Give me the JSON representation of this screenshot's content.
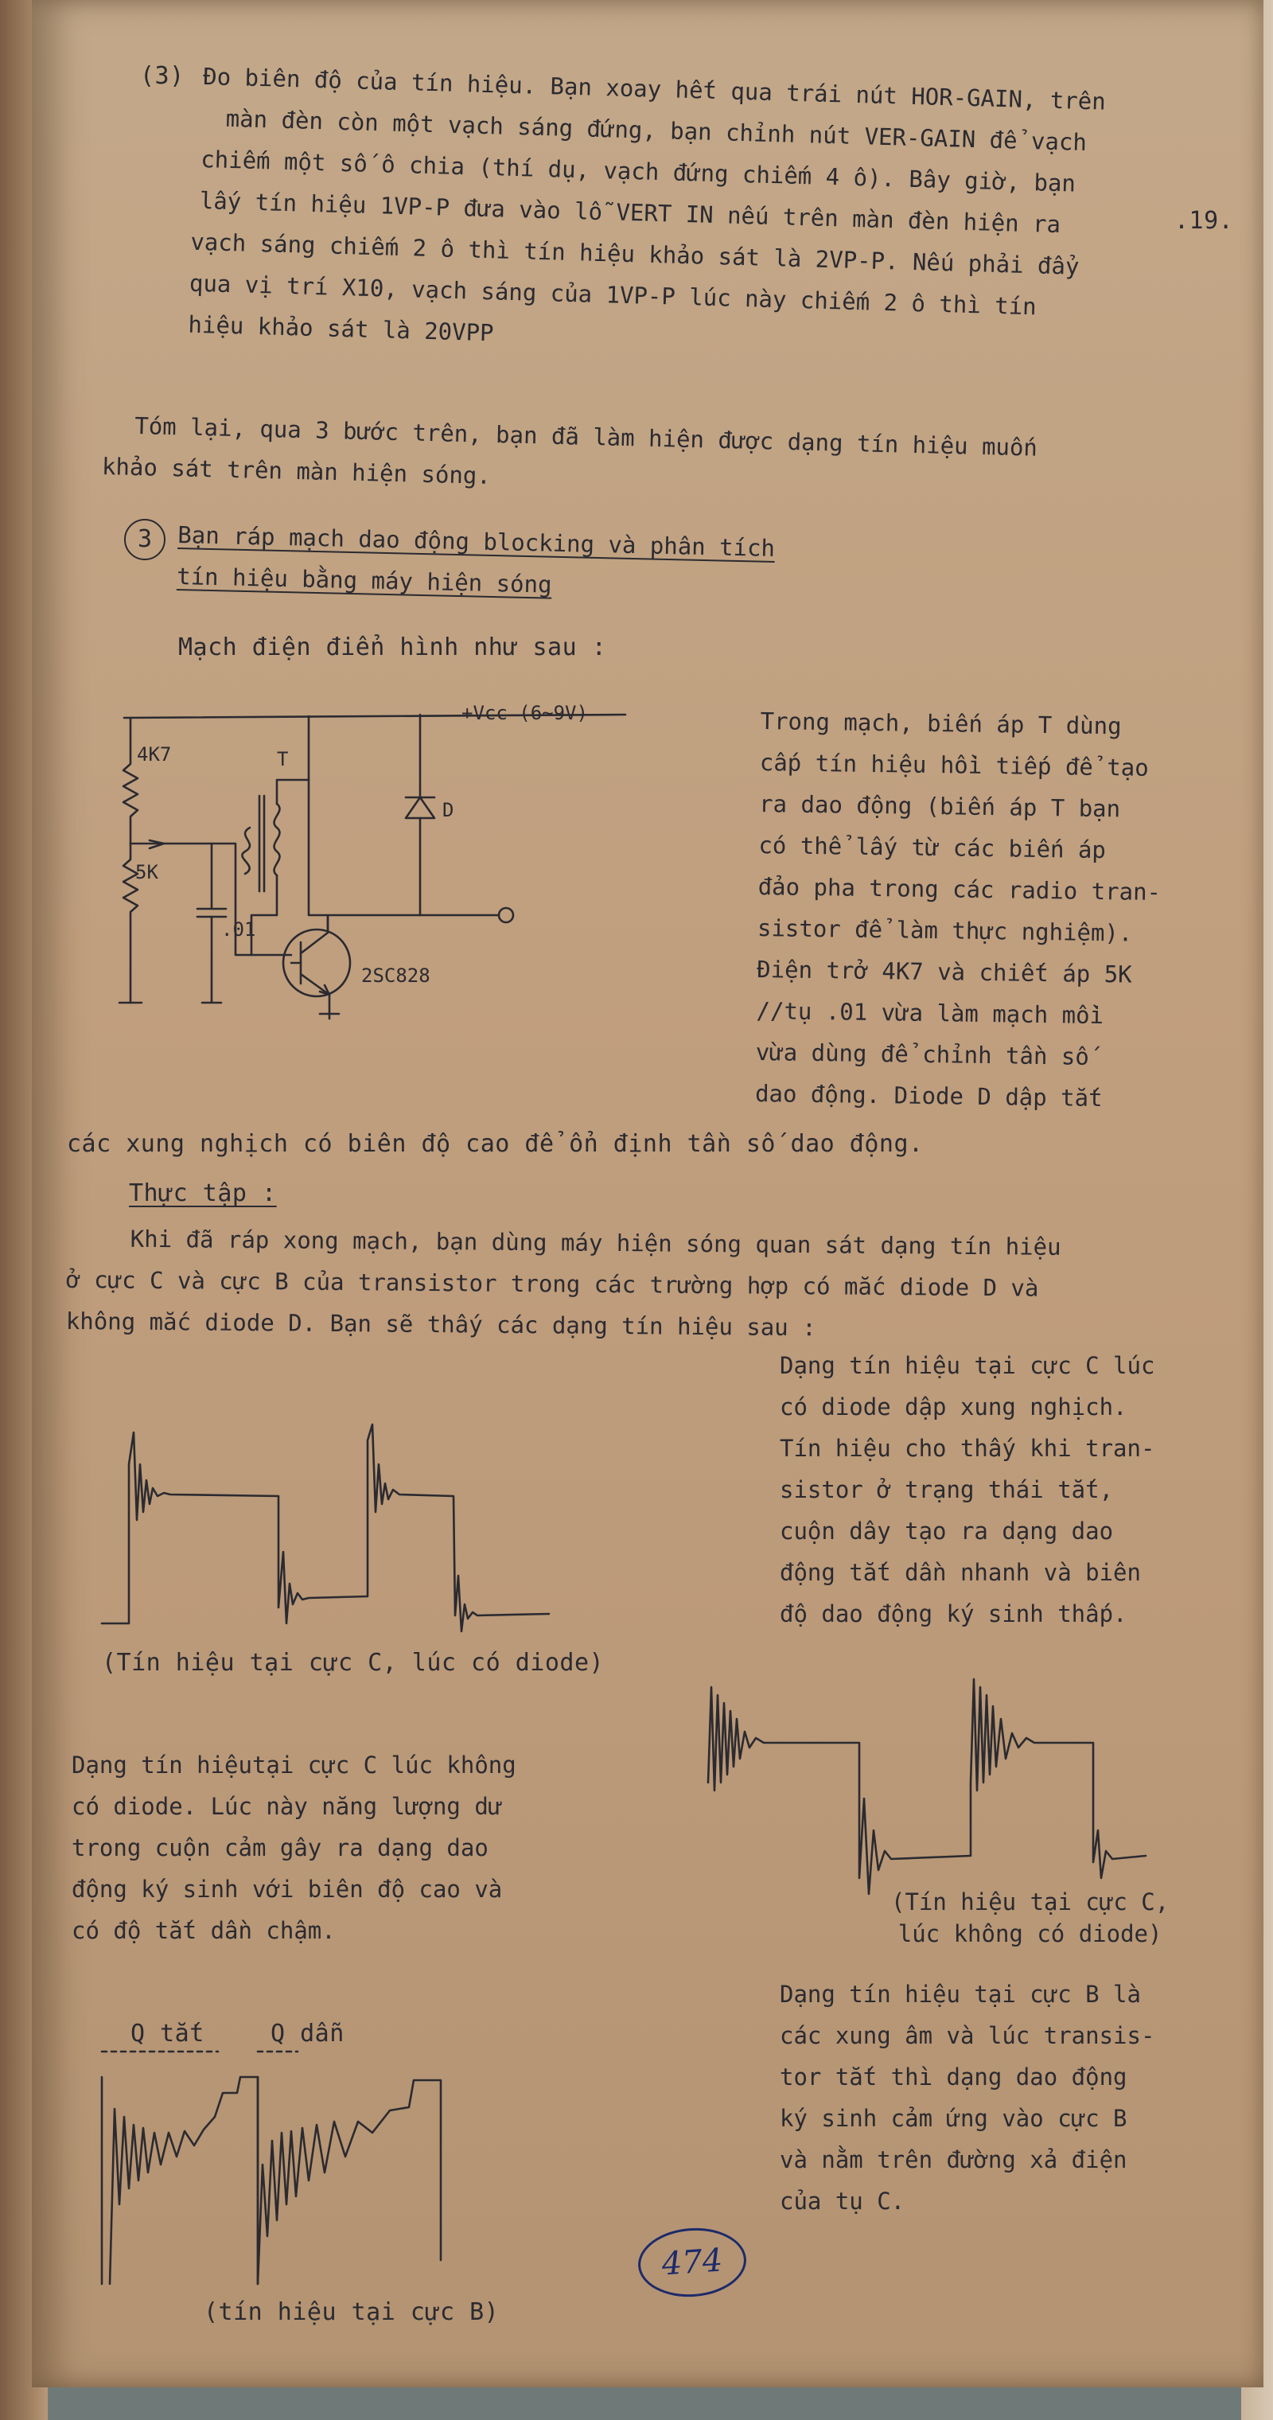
{
  "step3_item": {
    "number": "(3)",
    "lines": [
      "Đo biên độ của tín hiệu. Bạn xoay hết qua trái nút HOR-GAIN, trên",
      "màn đèn còn một vạch sáng đứng, bạn chỉnh nút VER-GAIN để vạch",
      "chiếm một số ô chia (thí dụ, vạch đứng chiếm 4 ô). Bây giờ, bạn",
      "lấy tín hiệu 1VP-P đưa vào lỗ VERT IN nếu trên màn đèn hiện ra",
      "vạch sáng chiếm 2 ô thì tín hiệu khảo sát là 2VP-P. Nếu phải đẩy",
      "qua vị trí X10, vạch sáng của 1VP-P lúc này chiếm 2 ô thì tín",
      "hiệu khảo sát là 20VPP"
    ]
  },
  "side_page_number": ".19.",
  "summary_lines": [
    "Tóm lại, qua 3 bước trên, bạn đã làm hiện được dạng tín hiệu muốn",
    "khảo sát trên màn hiện sóng."
  ],
  "section3": {
    "number": "3",
    "title_lines": [
      "Bạn ráp mạch dao động blocking và phân tích",
      "tín hiệu bằng máy hiện sóng"
    ],
    "intro": "Mạch điện điển hình như sau :"
  },
  "circuit": {
    "vcc": "+Vcc (6~9V)",
    "r1": "4K7",
    "r2": "5K",
    "cap": ".01",
    "transformer": "T",
    "diode": "D",
    "transistor": "2SC828"
  },
  "circuit_description": [
    "Trong mạch, biến áp T dùng",
    "cấp tín hiệu hồi tiếp để tạo",
    "ra dao động (biến áp T bạn",
    "có thể lấy từ các biến áp",
    "đảo pha trong các radio tran-",
    "sistor để làm thực nghiệm).",
    "Điện trở 4K7 và chiết áp 5K",
    "//tụ .01 vừa làm mạch mồi",
    "vừa dùng để chỉnh tần số",
    "dao động. Diode D dập tắt"
  ],
  "circuit_description_tail": "các xung nghịch có biên độ cao để ổn định tần số dao động.",
  "practice": {
    "heading": "Thực tập :",
    "lines": [
      "Khi đã ráp xong mạch, bạn dùng máy hiện sóng quan sát dạng tín hiệu",
      "ở cực C và cực B của transistor trong các trường hợp có mắc diode D và",
      "không mắc diode D. Bạn sẽ thấy các dạng tín hiệu sau :"
    ]
  },
  "wave_c_diode": {
    "caption": "(Tín hiệu tại cực C, lúc có diode)",
    "description": [
      "Dạng tín hiệu tại cực C lúc",
      "có diode dập xung nghịch.",
      "Tín hiệu cho thấy khi tran-",
      "sistor ở trạng thái tắt,",
      "cuộn dây tạo ra dạng dao",
      "động tắt dần nhanh và biên",
      "độ dao động ký sinh thấp."
    ]
  },
  "wave_c_nodiode": {
    "caption_lines": [
      "(Tín hiệu tại cực C,",
      "lúc không có diode)"
    ],
    "description": [
      "Dạng tín hiệutại cực C lúc không",
      "có diode. Lúc này năng lượng dư",
      "trong cuộn cảm gây ra dạng dao",
      "động ký sinh với biên độ cao và",
      "có độ tắt dần chậm."
    ]
  },
  "wave_b": {
    "label_off": "Q tắt",
    "label_on": "Q dẫn",
    "caption": "(tín hiệu tại cực B)",
    "description": [
      "Dạng tín hiệu tại cực B là",
      "các xung âm và lúc transis-",
      "tor tắt thì dạng dao động",
      "ký sinh cảm ứng vào cực B",
      "và nằm trên đường xả điện",
      "của tụ C."
    ]
  },
  "handwritten_page_number": "474"
}
